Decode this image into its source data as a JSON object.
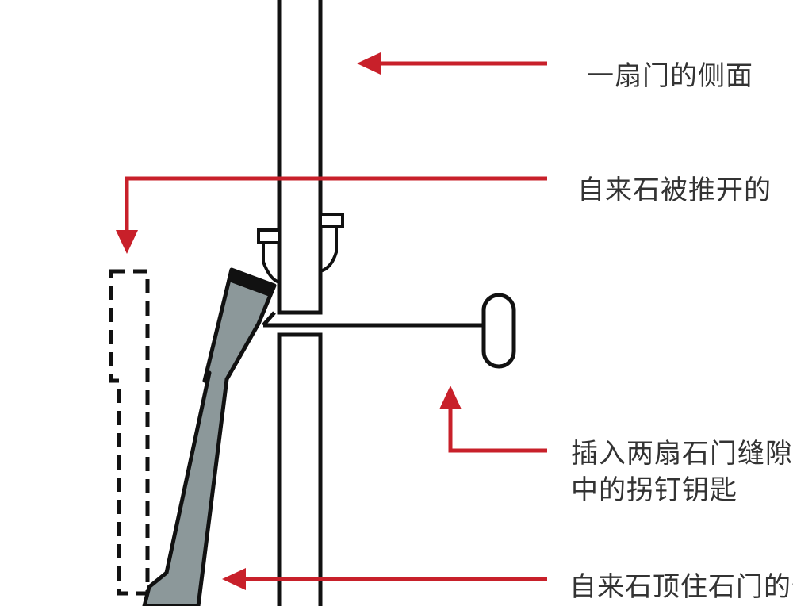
{
  "labels": {
    "door_side": "一扇门的侧面",
    "stone_pushed": "自来石被推开的",
    "key_line1": "插入两扇石门缝隙",
    "key_line2": "中的拐钉钥匙",
    "stone_holds": "自来石顶住石门的位"
  },
  "colors": {
    "arrow": "#c8202a",
    "stroke": "#111111",
    "stone_fill": "#8c989a",
    "text": "#333333"
  }
}
